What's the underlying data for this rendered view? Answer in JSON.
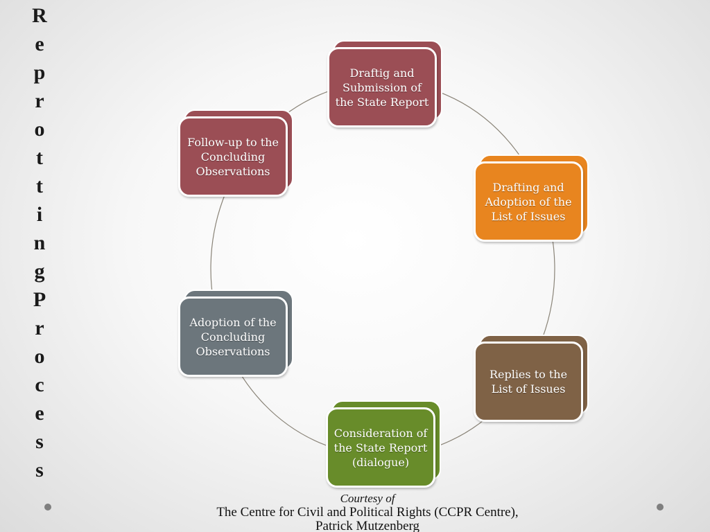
{
  "title": "ReprottingProcess",
  "steps": [
    {
      "label": "Draftig and Submission of the State Report",
      "color": "#9b4e55"
    },
    {
      "label": "Drafting and Adoption of the List of Issues",
      "color": "#e8851f"
    },
    {
      "label": "Replies to the List of Issues",
      "color": "#7f6246"
    },
    {
      "label": "Consideration of the State Report (dialogue)",
      "color": "#688c2a"
    },
    {
      "label": "Adoption of the Concluding Observations",
      "color": "#6c767c"
    },
    {
      "label": "Follow-up to the Concluding Observations",
      "color": "#9b4e55"
    }
  ],
  "credit": {
    "courtesy": "Courtesy of",
    "line1": "The Centre for Civil and Political Rights (CCPR Centre),",
    "line2": "Patrick Mutzenberg"
  },
  "colors": {
    "ring": "#8a8478",
    "nav_dot": "#7f7f7f"
  }
}
